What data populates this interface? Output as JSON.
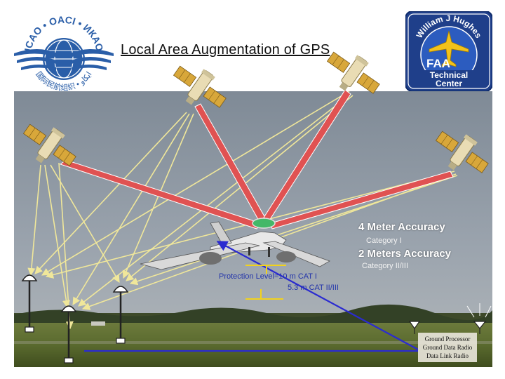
{
  "title": "Local Area Augmentation of GPS",
  "logo_left": {
    "icon": "icao-emblem-icon",
    "top_text": "ICAO • OACI • ИКАО",
    "bottom_text": "国际民航组织 • ايكاو"
  },
  "logo_right": {
    "icon": "faa-technical-center-icon",
    "arc_text": "William J Hughes",
    "line1": "FAA",
    "line2": "Technical",
    "line3": "Center"
  },
  "accuracy": {
    "cat1_title": "4 Meter Accuracy",
    "cat1_sub": "Category I",
    "cat23_title": "2 Meters Accuracy",
    "cat23_sub": "Category II/III"
  },
  "protection": {
    "line1": "Protection Level=10 m CAT I",
    "line2": "5.3 m CAT II/III"
  },
  "ground": {
    "line1": "Ground Processor",
    "line2": "Ground Data Radio",
    "line3": "Data Link Radio"
  },
  "colors": {
    "sky": "#8c959f",
    "grass": "#5b6d30",
    "red_link": "#e05252",
    "yellow_link": "#f0e79a",
    "blue_link": "#2b2bd0"
  }
}
